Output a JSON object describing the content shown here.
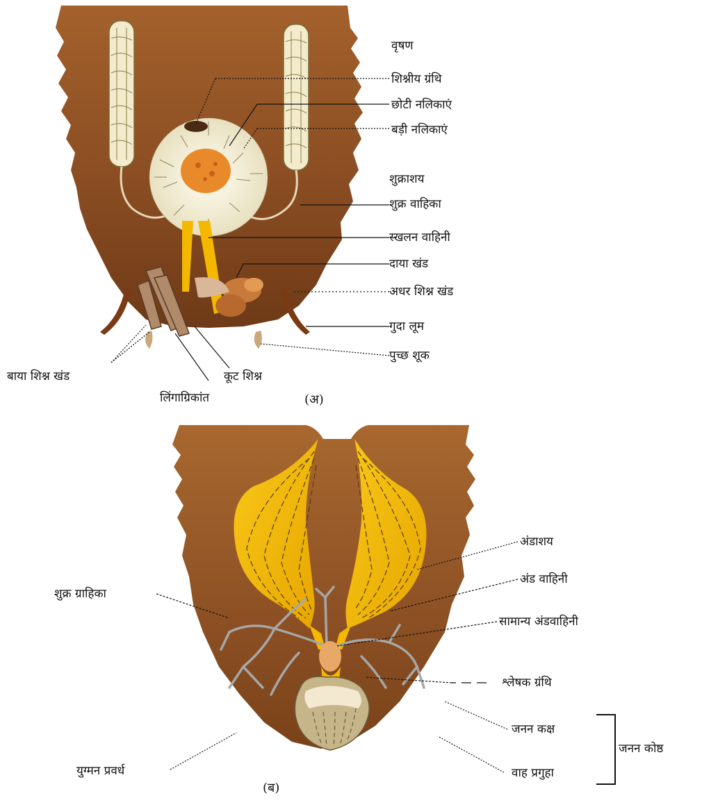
{
  "diagram_a": {
    "caption": "(अ)",
    "labels": {
      "testis": "वृषण",
      "mushroom_gland": "शिश्नीय ग्रंथि",
      "short_tubules": "छोटी नलिकाएं",
      "long_tubules": "बड़ी नलिकाएं",
      "seminal_vesicle": "शुक्राशय",
      "vas_deferens": "शुक्र वाहिका",
      "ejaculatory_duct": "स्खलन वाहिनी",
      "right_phallomere": "दाया खंड",
      "ventral_phallomere": "अधर शिश्न खंड",
      "anal_style": "गुदा लूम",
      "anal_cercus": "पुच्छ शूक",
      "left_phallomere": "बाया शिश्न खंड",
      "pseudopenis": "कूट शिश्न",
      "titillator": "लिंगाग्रिकांत"
    }
  },
  "diagram_b": {
    "caption": "(ब)",
    "labels": {
      "ovary": "अंडाशय",
      "oviduct": "अंड वाहिनी",
      "common_oviduct": "सामान्य अंडवाहिनी",
      "colleterial_gland": "श्लेषक ग्रंथि",
      "genital_chamber": "जनन कक्ष",
      "vestibulum": "वाह प्रगुहा",
      "genital_pouch": "जनन कोष्ठ",
      "spermatheca": "शुक्र ग्राहिका",
      "gonapophyses": "युग्मन प्रवर्ध"
    }
  },
  "colors": {
    "body_dark": "#6b3818",
    "body_mid": "#a4642f",
    "body_light": "#c98a4e",
    "gland_yellow": "#f5b800",
    "testis_cream": "#f3eccc",
    "tubule_grey": "#a7a7a7",
    "orange_center": "#e88a2a"
  }
}
